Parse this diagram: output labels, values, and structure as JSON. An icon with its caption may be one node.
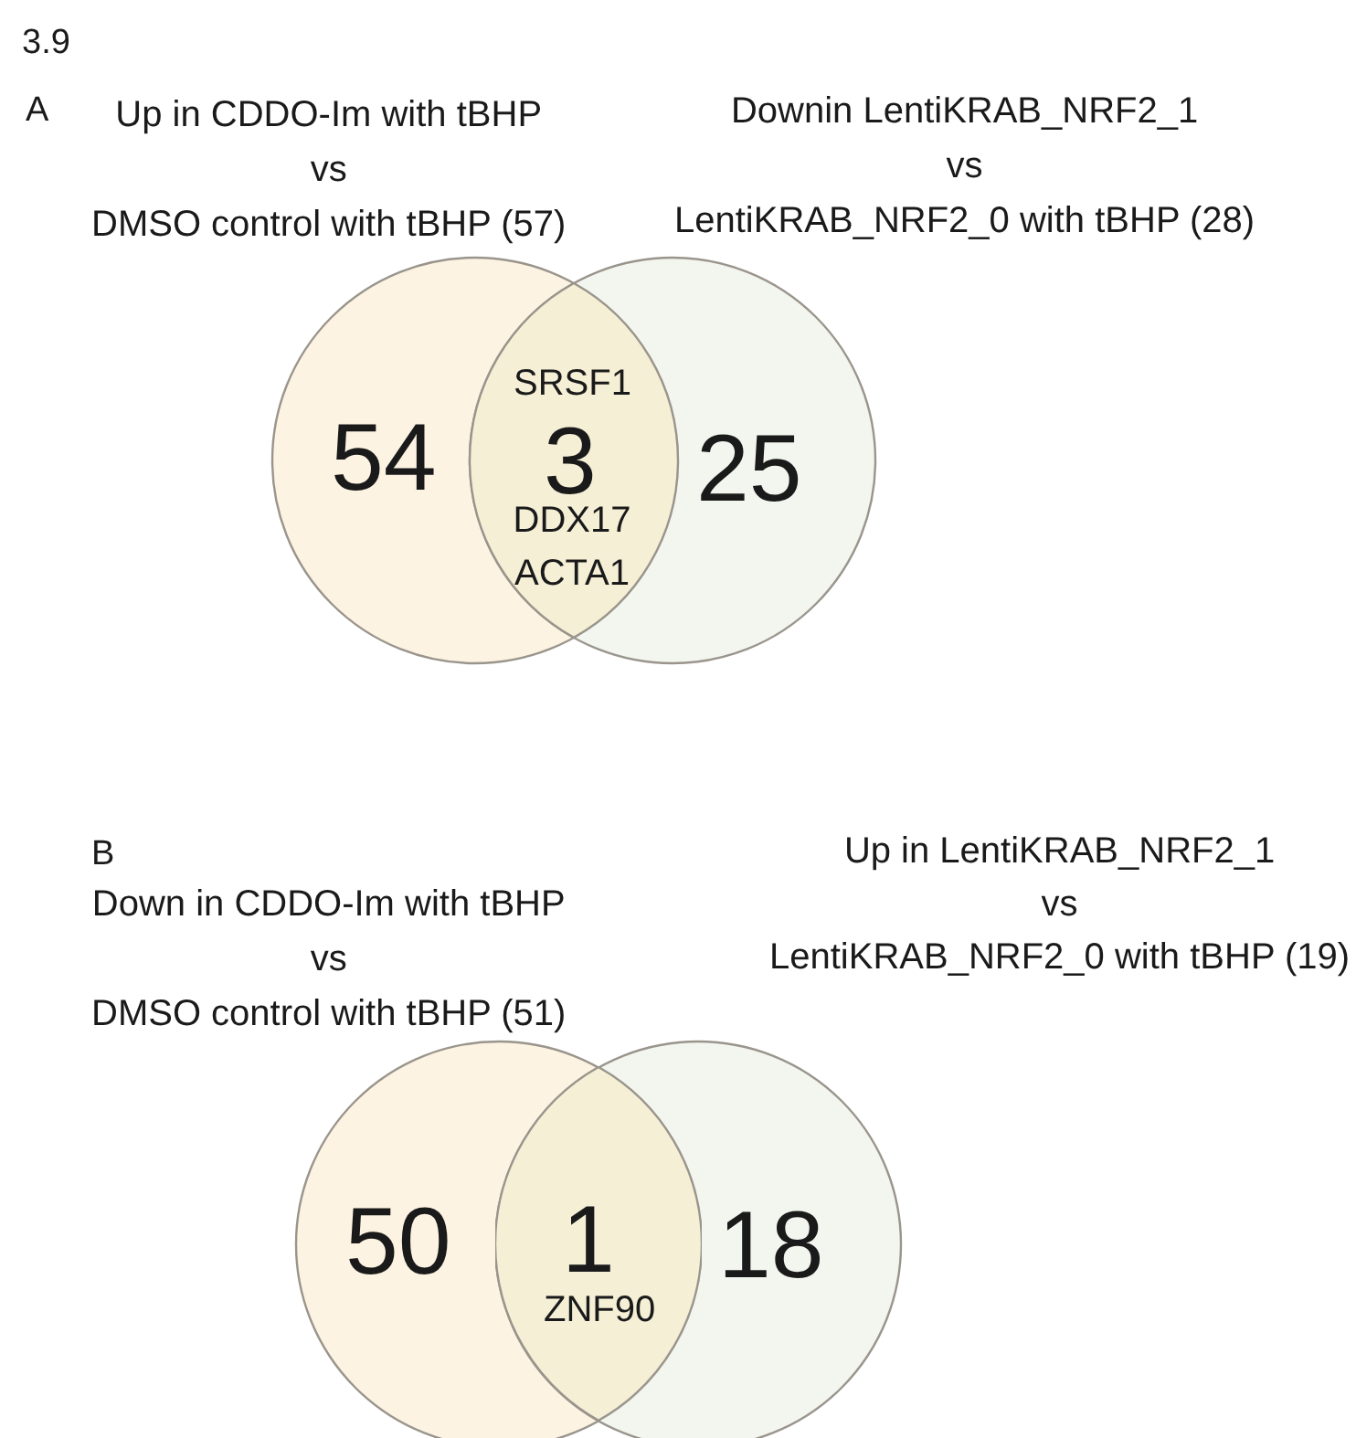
{
  "diagram": {
    "nodes": [
      {
        "text": [
          "Up in CDDO-Im with tBHP vs DMSO control with tBHP (57)",
          "54"
        ]
      },
      {
        "text": [
          "Downin LentiKRAB_NRF2_1 vs LentiKRAB_NRF2_0 with tBHP (28)",
          "25"
        ]
      },
      {
        "text": [
          "SRSF1",
          "3",
          "DDX17 ACTA1"
        ]
      },
      {
        "text": [
          "Down in CDDO-Im with tBHP vs DMSO control with tBHP (51)",
          "50"
        ]
      },
      {
        "text": [
          "Up in LentiKRAB_NRF2_1 vs LentiKRAB_NRF2_0 with tBHP (19)",
          "18"
        ]
      },
      {
        "text": [
          "1",
          "ZNF90"
        ]
      }
    ],
    "edges": [],
    "labels": [
      "3.9",
      "A",
      "B"
    ]
  }
}
